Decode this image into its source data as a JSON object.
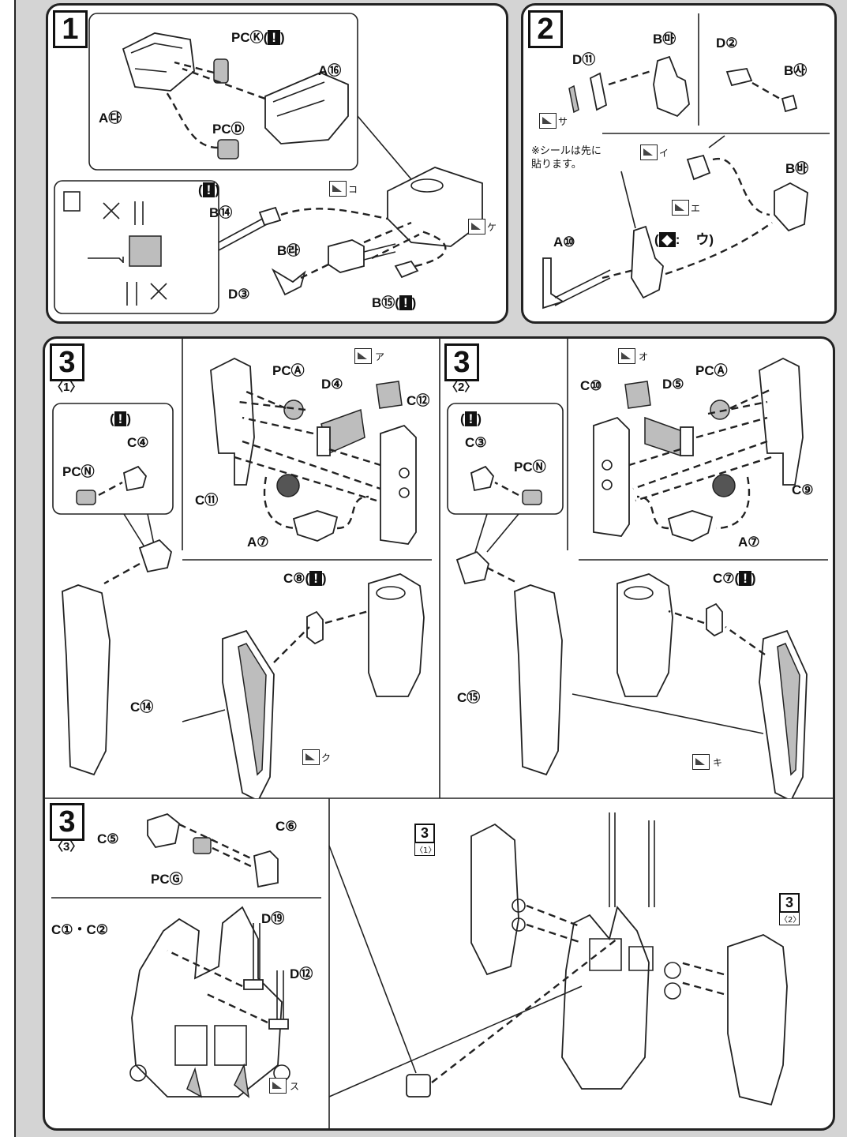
{
  "steps": {
    "s1": {
      "number": "1",
      "labels": [
        "PCⓀ(",
        ")",
        "A㉰",
        "A⑯",
        "PCⒹ",
        "(",
        ")",
        "B⑭",
        "B㉱",
        "D③",
        "B⑮(",
        ")"
      ],
      "stickers": [
        "コ",
        "ケ"
      ]
    },
    "s2": {
      "number": "2",
      "labels": [
        "B㉲",
        "D⑪",
        "D②",
        "B㉴",
        "B㉳",
        "A⑩",
        "(",
        ":",
        ")"
      ],
      "stickers": [
        "サ",
        "イ",
        "エ",
        "ウ"
      ],
      "note": "※シールは先に貼ります。"
    },
    "s3_1": {
      "number": "3",
      "sub": "〈1〉",
      "labels": [
        "PCⒶ",
        "D④",
        "C⑫",
        "C④",
        "PCⓃ",
        "C⑪",
        "A⑦",
        "C⑧(",
        ")",
        "C⑭"
      ],
      "stickers": [
        "ア",
        "ク"
      ]
    },
    "s3_2": {
      "number": "3",
      "sub": "〈2〉",
      "labels": [
        "PCⒶ",
        "C⑩",
        "D⑤",
        "C③",
        "PCⓃ",
        "C⑨",
        "A⑦",
        "C⑦(",
        ")",
        "C⑮"
      ],
      "stickers": [
        "オ",
        "キ"
      ]
    },
    "s3_3": {
      "number": "3",
      "sub": "〈3〉",
      "labels": [
        "C⑤",
        "C⑥",
        "PCⒼ",
        "C①・C②",
        "D⑲",
        "D⑫"
      ],
      "stickers": [
        "ス"
      ],
      "refs": [
        {
          "num": "3",
          "sub": "〈1〉"
        },
        {
          "num": "3",
          "sub": "〈2〉"
        }
      ]
    }
  },
  "caution_mark": "!"
}
